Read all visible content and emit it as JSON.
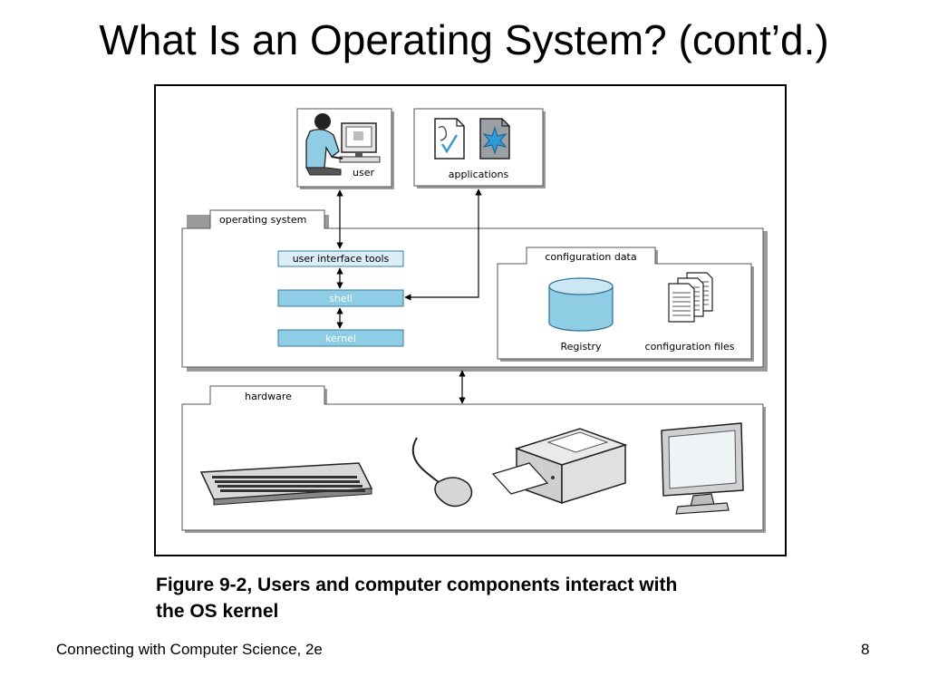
{
  "slide": {
    "title": "What Is an Operating System? (cont’d.)",
    "caption_line1": "Figure 9-2, Users and computer components interact with",
    "caption_line2": "the OS kernel",
    "footer_left": "Connecting with Computer Science, 2e",
    "page_number": "8"
  },
  "diagram": {
    "user_label": "user",
    "applications_label": "applications",
    "os_label": "operating system",
    "ui_tools_label": "user interface tools",
    "shell_label": "shell",
    "kernel_label": "kernel",
    "config_label": "configuration data",
    "registry_label": "Registry",
    "config_files_label": "configuration files",
    "hardware_label": "hardware"
  },
  "colors": {
    "box_blue": "#8ecde3",
    "light_blue": "#d9eef6",
    "shadow_gray": "#9a9a9a"
  }
}
